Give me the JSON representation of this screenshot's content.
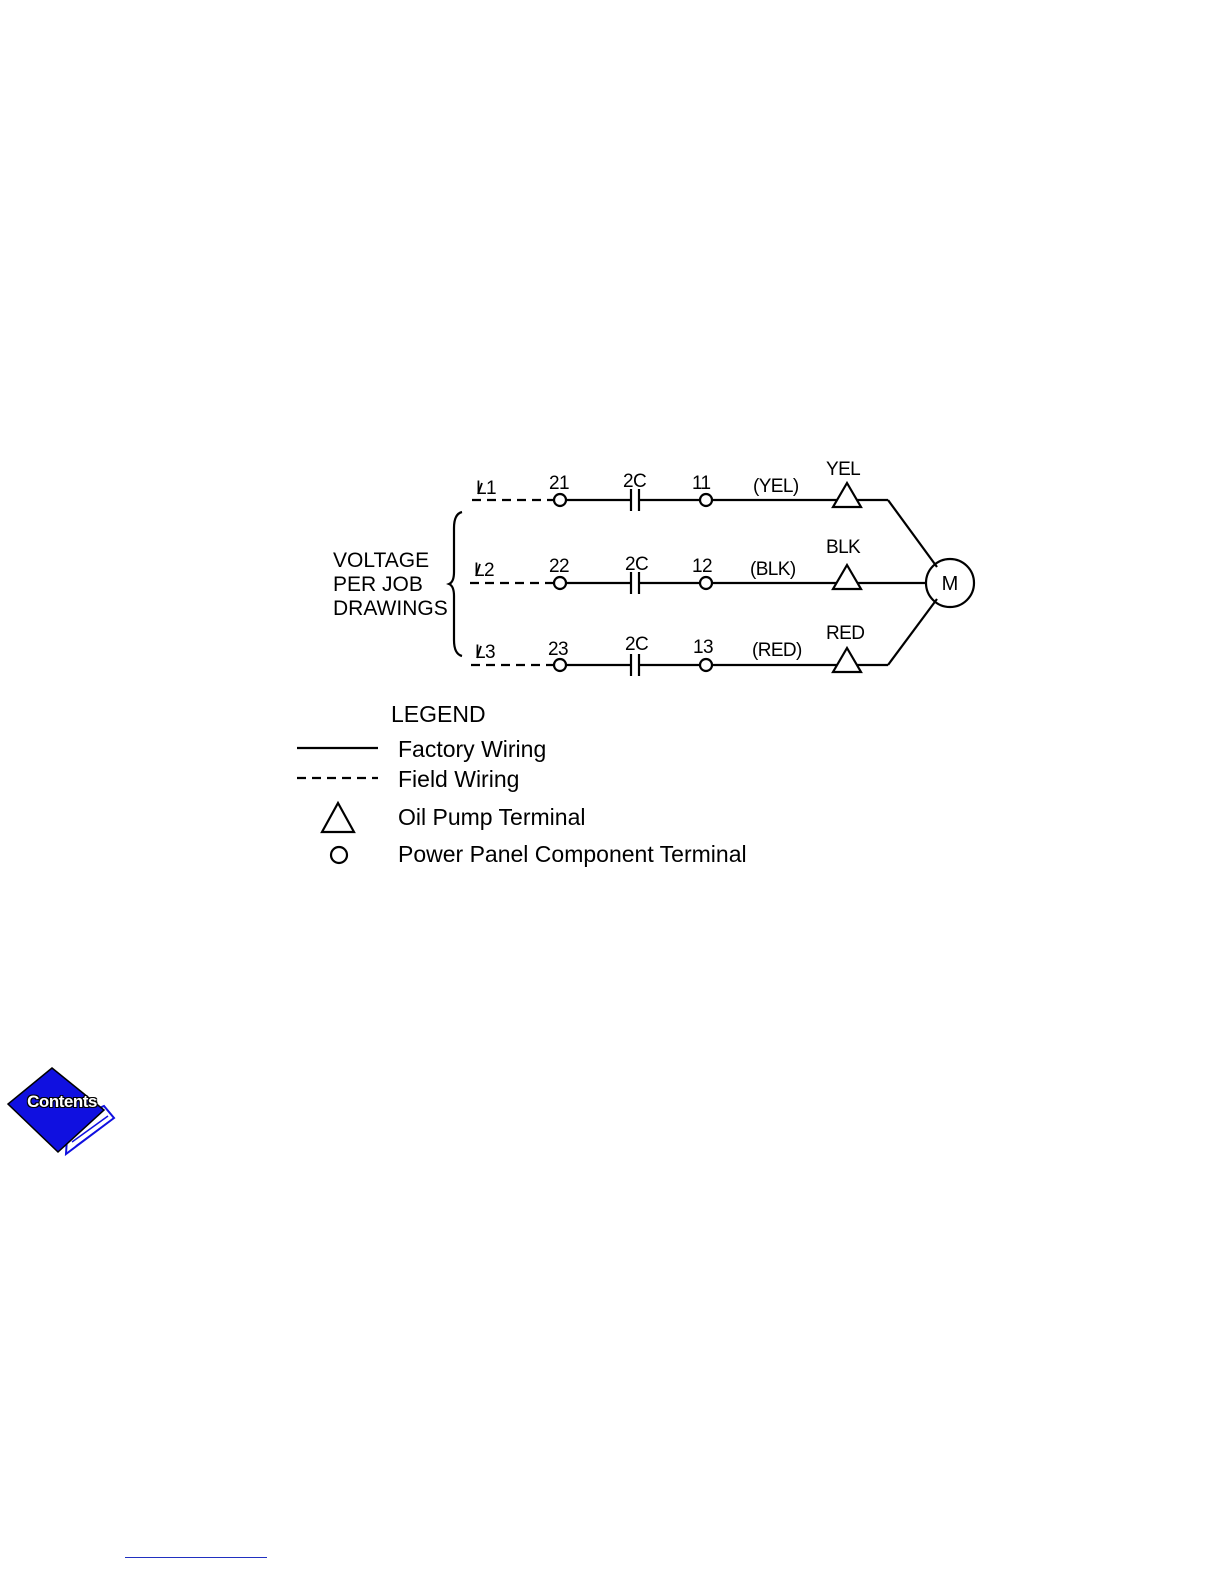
{
  "supply": {
    "label_lines": [
      "VOLTAGE",
      "PER JOB",
      "DRAWINGS"
    ]
  },
  "lines": [
    {
      "line": "L1",
      "terminal_in": "21",
      "contact": "2C",
      "terminal_out": "11",
      "wire_color": "(YEL)",
      "pump_terminal": "YEL"
    },
    {
      "line": "L2",
      "terminal_in": "22",
      "contact": "2C",
      "terminal_out": "12",
      "wire_color": "(BLK)",
      "pump_terminal": "BLK"
    },
    {
      "line": "L3",
      "terminal_in": "23",
      "contact": "2C",
      "terminal_out": "13",
      "wire_color": "(RED)",
      "pump_terminal": "RED"
    }
  ],
  "motor": {
    "label": "M"
  },
  "legend": {
    "title": "LEGEND",
    "items": [
      {
        "symbol": "solid-line",
        "label": "Factory Wiring"
      },
      {
        "symbol": "dashed-line",
        "label": "Field Wiring"
      },
      {
        "symbol": "triangle",
        "label": "Oil Pump Terminal"
      },
      {
        "symbol": "circle",
        "label": "Power Panel Component Terminal"
      }
    ]
  },
  "contents_button": {
    "label": "Contents",
    "icon": "diamond-book-icon",
    "color": "#1010e0"
  }
}
